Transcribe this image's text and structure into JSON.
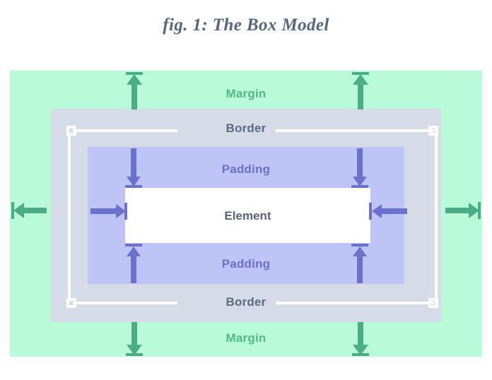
{
  "figure": {
    "title": "fig. 1: The Box Model",
    "title_color": "#55667f",
    "background": "#ffffff"
  },
  "layers": {
    "margin": {
      "label": "Margin",
      "label_top": "Margin",
      "label_bottom": "Margin",
      "fill": "#b9fbd8",
      "accent": "#52b98a",
      "arrow_color": "#4aad85"
    },
    "border": {
      "label": "Border",
      "label_top": "Border",
      "label_bottom": "Border",
      "fill": "#d6dbe8",
      "accent": "#5a6a82",
      "guide_color": "#ffffff"
    },
    "padding": {
      "label": "Padding",
      "label_top": "Padding",
      "label_bottom": "Padding",
      "fill": "#bfc4f7",
      "accent": "#6b72cc",
      "arrow_color": "#6b72cc"
    },
    "element": {
      "label": "Element",
      "fill": "#ffffff",
      "accent": "#5a6478"
    }
  },
  "icons": {
    "arrow_up": "arrow-up-icon",
    "arrow_down": "arrow-down-icon",
    "arrow_left": "arrow-left-icon",
    "arrow_right": "arrow-right-icon",
    "handle": "resize-handle-icon"
  }
}
